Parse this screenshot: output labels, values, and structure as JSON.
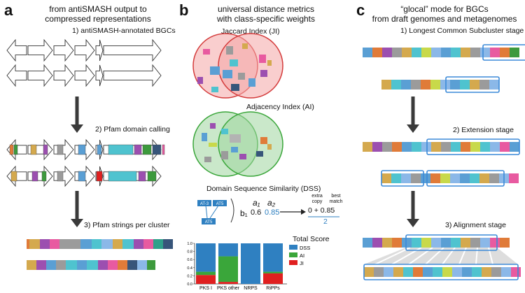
{
  "panels": {
    "a": {
      "letter": "a",
      "title": "from antiSMASH output to\ncompressed representations",
      "step1": "1) antiSMASH-annotated BGCs",
      "step2": "2) Pfam domain calling",
      "step3": "3) Pfam strings per cluster"
    },
    "b": {
      "letter": "b",
      "title": "universal distance metrics\nwith class-specific weights",
      "jaccard": "Jaccard Index (JI)",
      "adjacency": "Adjacency Index (AI)",
      "dss": "Domain Sequence Similarity (DSS)",
      "dss_detail": {
        "a1": "a₁",
        "a2": "a₂",
        "b1": "b₁",
        "val1": "0.6",
        "val2": "0.85",
        "extra_copy": "extra\ncopy",
        "best_match": "best\nmatch",
        "numerator": "0 + 0.85",
        "denominator": "2",
        "node_labels": [
          "AT-3",
          "AT5",
          "AT5"
        ]
      },
      "total_score": "Total Score"
    },
    "c": {
      "letter": "c",
      "title": "“glocal” mode for BGCs\nfrom draft genomes and metagenomes",
      "step1": "1) Longest Common Subcluster stage",
      "step2": "2) Extension stage",
      "step3": "3) Alignment stage"
    }
  },
  "colors": {
    "jaccard_fill": "#f4a5a5",
    "adjacency_fill": "#9ed69e",
    "dss": "#2f80c1",
    "ai": "#3aa63a",
    "ji": "#e02020",
    "arrow": "#3a3a3a",
    "highlight_box": "#3c8ad8"
  },
  "chart_data": {
    "type": "bar",
    "stacked": true,
    "title": "Total Score",
    "categories": [
      "PKS I",
      "PKS other",
      "NRPS",
      "RiPPs"
    ],
    "series": [
      {
        "name": "JI",
        "values": [
          0.22,
          0.05,
          0.0,
          0.26
        ]
      },
      {
        "name": "AI",
        "values": [
          0.08,
          0.63,
          0.0,
          0.04
        ]
      },
      {
        "name": "DSS",
        "values": [
          0.7,
          0.32,
          1.0,
          0.7
        ]
      }
    ],
    "yticks": [
      "0.0",
      "0.2",
      "0.4",
      "0.6",
      "0.8",
      "1.0"
    ],
    "ylim": [
      0,
      1
    ],
    "legend_position": "right"
  }
}
